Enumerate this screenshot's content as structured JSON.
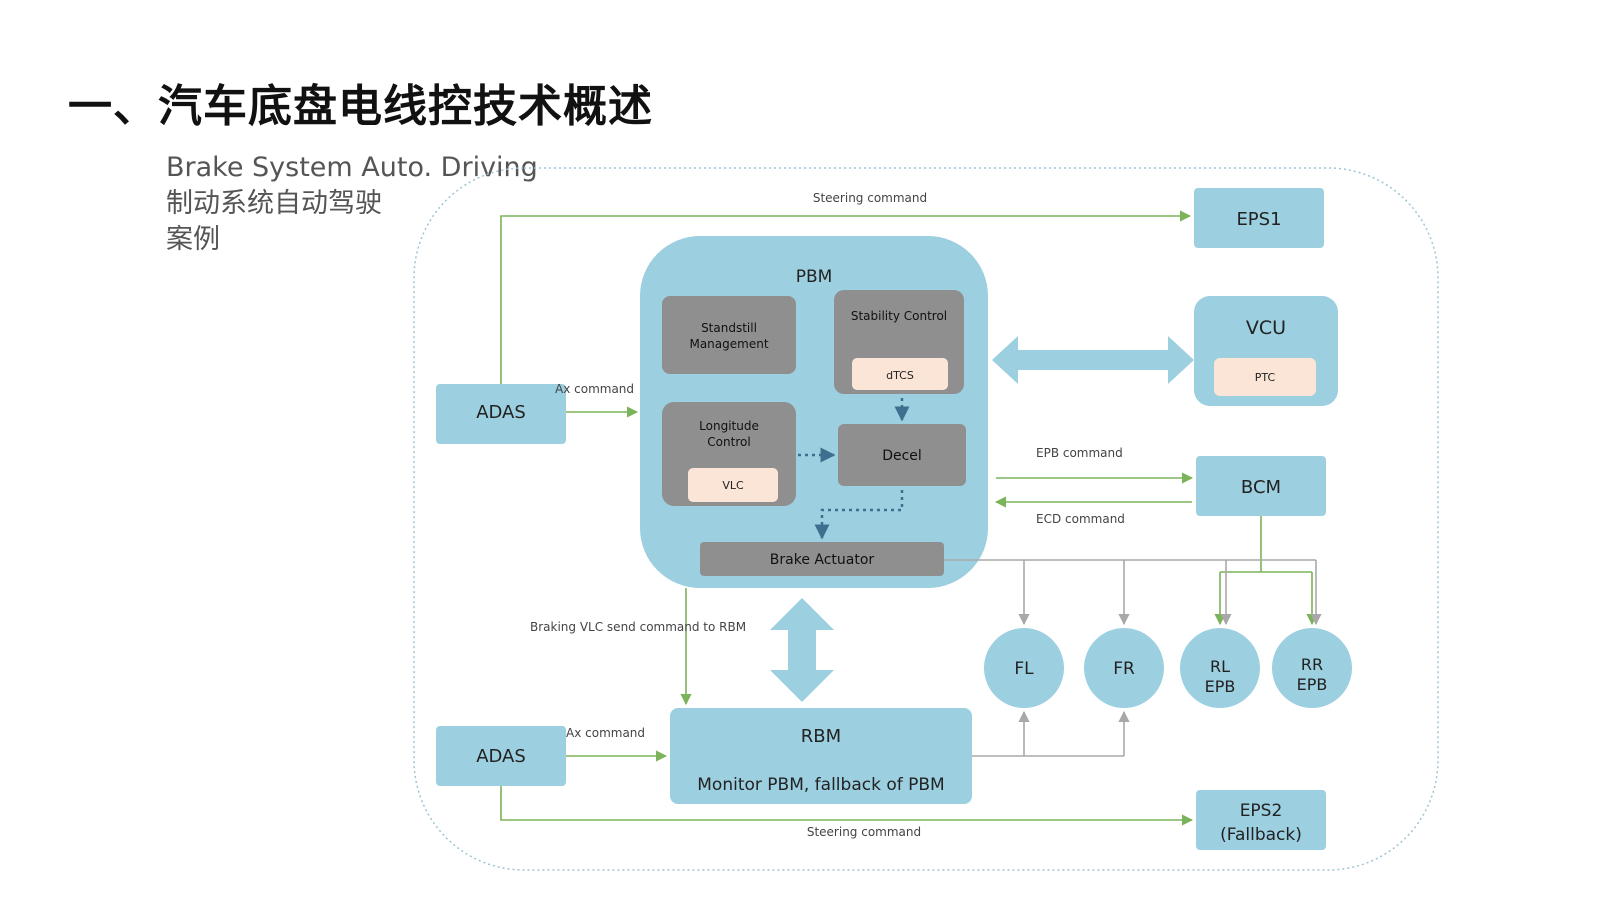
{
  "title": "一、汽车底盘电线控技术概述",
  "subtitle": {
    "line1": "Brake System Auto. Driving",
    "line2": "制动系统自动驾驶",
    "line3": "案例"
  },
  "nodes": {
    "pbm": "PBM",
    "standstill_line1": "Standstill",
    "standstill_line2": "Management",
    "stability": "Stability Control",
    "dtcs": "dTCS",
    "longitude_line1": "Longitude",
    "longitude_line2": "Control",
    "vlc": "VLC",
    "decel": "Decel",
    "brake_actuator": "Brake Actuator",
    "eps1": "EPS1",
    "vcu": "VCU",
    "ptc": "PTC",
    "bcm": "BCM",
    "adas_top": "ADAS",
    "adas_bottom": "ADAS",
    "rbm": "RBM",
    "rbm_sub": "Monitor PBM, fallback of PBM",
    "eps2_line1": "EPS2",
    "eps2_line2": "(Fallback)",
    "fl": "FL",
    "fr": "FR",
    "rl_line1": "RL",
    "rl_line2": "EPB",
    "rr_line1": "RR",
    "rr_line2": "EPB"
  },
  "edges": {
    "steering_top": "Steering command",
    "ax_top": "Ax command",
    "epb_command": "EPB command",
    "ecd_command": "ECD command",
    "braking_vlc": "Braking VLC send command to RBM",
    "ax_bottom": "Ax command",
    "steering_bottom": "Steering command"
  },
  "colors": {
    "box_blue": "#9ccfe0",
    "box_gray": "#8f8f8f",
    "box_peach": "#fbe5d6",
    "arrow_green": "#7bb35a",
    "arrow_gray": "#a8a8a8",
    "dashed_blue": "#3e6f8e",
    "frame": "#9ec3d4"
  }
}
